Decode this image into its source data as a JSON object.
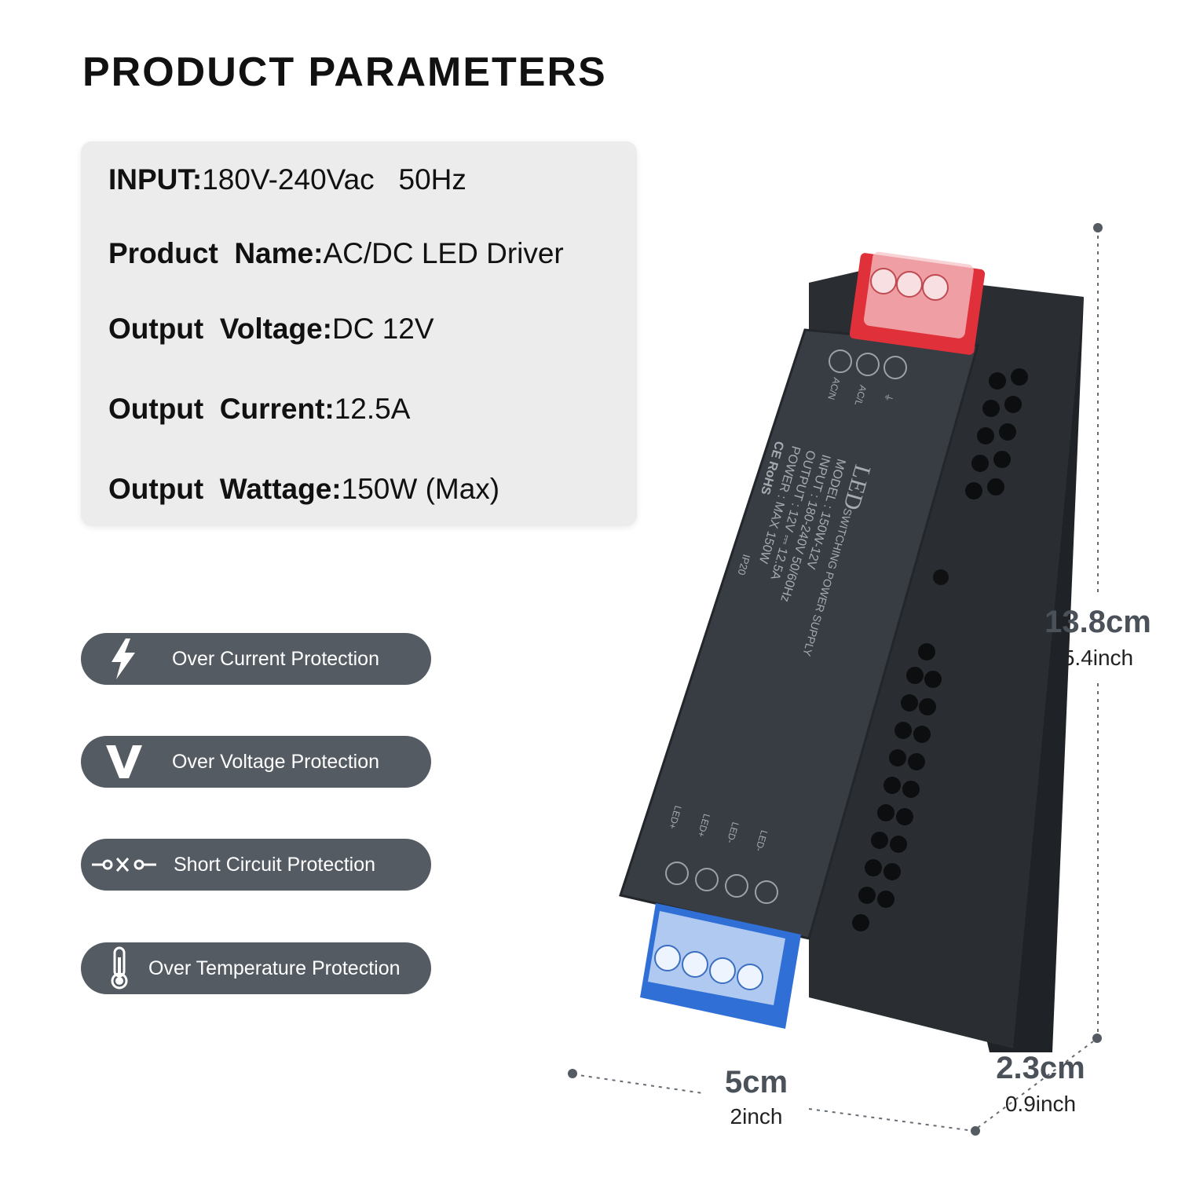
{
  "title": "PRODUCT PARAMETERS",
  "params": [
    {
      "key": "INPUT:",
      "value": "180V-240Vac   50Hz"
    },
    {
      "key": "Product  Name:",
      "value": "AC/DC LED Driver"
    },
    {
      "key": "Output  Voltage:",
      "value": "DC 12V"
    },
    {
      "key": "Output  Current:",
      "value": "12.5A"
    },
    {
      "key": "Output  Wattage:",
      "value": "150W (Max)"
    }
  ],
  "protections": [
    {
      "icon": "lightning-icon",
      "label": "Over Current Protection"
    },
    {
      "icon": "voltage-v-icon",
      "label": "Over Voltage Protection"
    },
    {
      "icon": "short-circuit-icon",
      "label": "Short Circuit Protection"
    },
    {
      "icon": "thermometer-icon",
      "label": "Over Temperature Protection"
    }
  ],
  "dimensions": {
    "length_cm": "13.8cm",
    "length_in": "5.4inch",
    "width_cm": "5cm",
    "width_in": "2inch",
    "height_cm": "2.3cm",
    "height_in": "0.9inch"
  },
  "product_label": {
    "brand": "LED",
    "subtitle": "SWITCHING POWER SUPPLY",
    "model": "MODEL : 150W-12V",
    "input": "INPUT : 180-240V 50/60Hz",
    "output": "OUTPUT : 12V ⎓ 12.5A",
    "power": "POWER : MAX 150W",
    "cert": "CE RoHS",
    "ip": "IP20",
    "terminals_in": [
      "AC/N",
      "AC/L",
      "⏚"
    ],
    "terminals_out": [
      "LED+",
      "LED+",
      "LED-",
      "LED-"
    ]
  },
  "colors": {
    "pill_bg": "#555b63",
    "card_bg": "#ececec",
    "body": "#2f3439",
    "input_terminal": "#e0303a",
    "output_terminal": "#2f6fd6",
    "dim_text": "#4a5159"
  }
}
